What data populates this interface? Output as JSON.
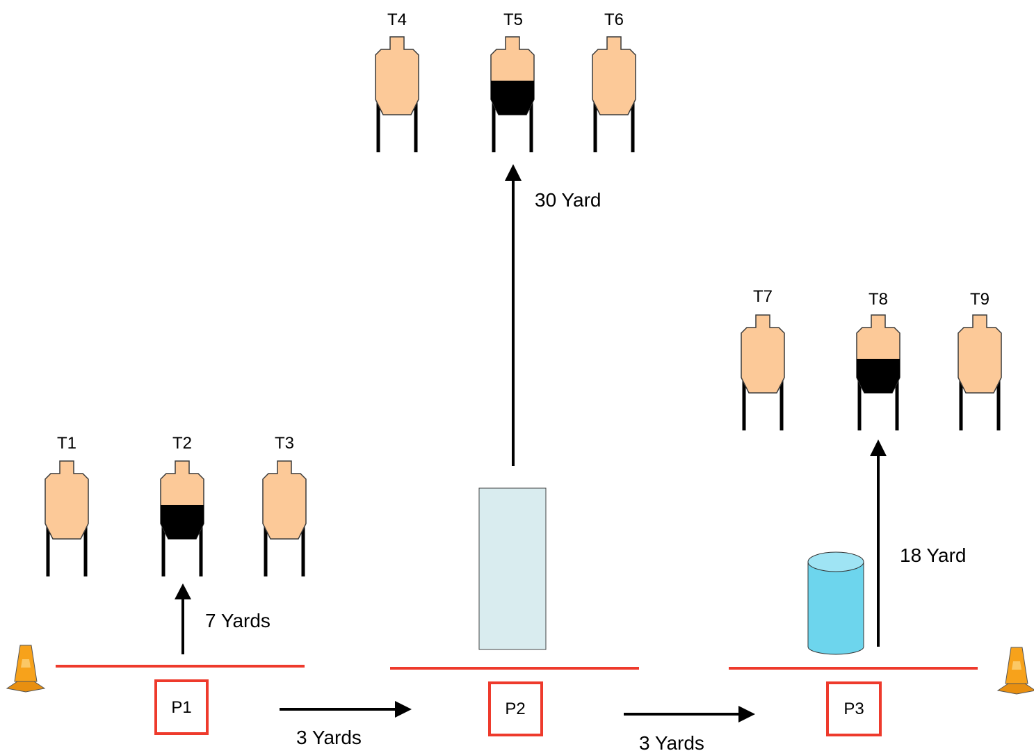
{
  "colors": {
    "target_fill": "#fcc998",
    "target_stroke": "#3a3a3a",
    "no_shoot": "#000000",
    "fault_line": "#ee3a2c",
    "position_box": "#ee3a2c",
    "barricade_fill": "#d9ecef",
    "barrel_fill": "#6dd5ed",
    "barrel_top": "#9fe4f4",
    "cone": "#f7a21b",
    "arrow": "#000000"
  },
  "targets": [
    {
      "label": "T1",
      "no_shoot": false
    },
    {
      "label": "T2",
      "no_shoot": true
    },
    {
      "label": "T3",
      "no_shoot": false
    },
    {
      "label": "T4",
      "no_shoot": false
    },
    {
      "label": "T5",
      "no_shoot": true
    },
    {
      "label": "T6",
      "no_shoot": false
    },
    {
      "label": "T7",
      "no_shoot": false
    },
    {
      "label": "T8",
      "no_shoot": true
    },
    {
      "label": "T9",
      "no_shoot": false
    }
  ],
  "positions": [
    {
      "label": "P1"
    },
    {
      "label": "P2"
    },
    {
      "label": "P3"
    }
  ],
  "distances": {
    "p1_to_targets": "7 Yards",
    "p2_to_targets": "30 Yard",
    "p3_to_targets": "18 Yard",
    "p1_to_p2": "3 Yards",
    "p2_to_p3": "3 Yards"
  },
  "icons": {
    "cone": "traffic-cone-icon",
    "barricade": "barricade",
    "barrel": "barrel"
  }
}
